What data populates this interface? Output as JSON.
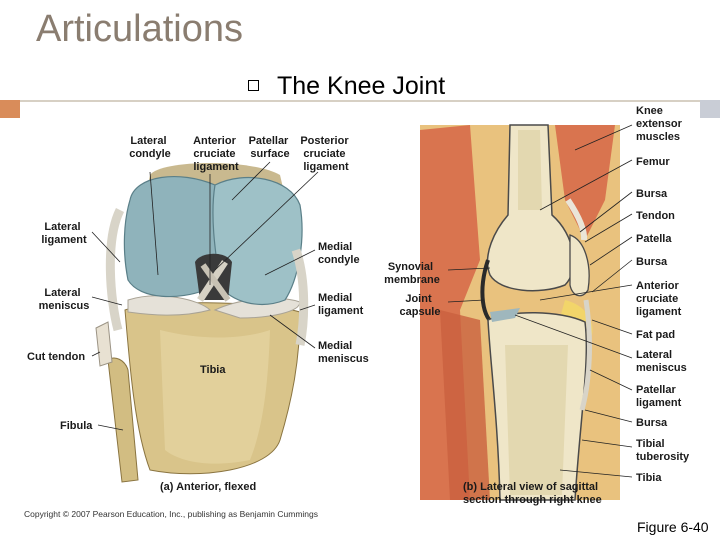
{
  "slide": {
    "title": "Articulations",
    "subtitle": "The Knee Joint",
    "copyright": "Copyright © 2007 Pearson Education, Inc., publishing as Benjamin Cummings",
    "figure_label": "Figure 6-40"
  },
  "panel_a": {
    "caption": "(a) Anterior, flexed",
    "labels": {
      "lateral_condyle": [
        "Lateral",
        "condyle"
      ],
      "anterior_cruciate": [
        "Anterior",
        "cruciate",
        "ligament"
      ],
      "patellar_surface": [
        "Patellar",
        "surface"
      ],
      "posterior_cruciate": [
        "Posterior",
        "cruciate",
        "ligament"
      ],
      "lateral_ligament": [
        "Lateral",
        "ligament"
      ],
      "lateral_meniscus": [
        "Lateral",
        "meniscus"
      ],
      "cut_tendon": "Cut tendon",
      "tibia": "Tibia",
      "fibula": "Fibula",
      "medial_condyle": [
        "Medial",
        "condyle"
      ],
      "medial_ligament": [
        "Medial",
        "ligament"
      ],
      "medial_meniscus": [
        "Medial",
        "meniscus"
      ]
    }
  },
  "panel_b": {
    "caption": [
      "(b) Lateral view of sagittal",
      "section through right knee"
    ],
    "labels": {
      "synovial_membrane": [
        "Synovial",
        "membrane"
      ],
      "joint_capsule": [
        "Joint",
        "capsule"
      ],
      "knee_extensor": [
        "Knee",
        "extensor",
        "muscles"
      ],
      "femur": "Femur",
      "bursa1": "Bursa",
      "tendon": "Tendon",
      "patella": "Patella",
      "bursa2": "Bursa",
      "anterior_cruciate": [
        "Anterior",
        "cruciate",
        "ligament"
      ],
      "fat_pad": "Fat pad",
      "lateral_meniscus": [
        "Lateral",
        "meniscus"
      ],
      "patellar_ligament": [
        "Patellar",
        "ligament"
      ],
      "bursa3": "Bursa",
      "tibial_tuberosity": [
        "Tibial",
        "tuberosity"
      ],
      "tibia": "Tibia"
    }
  }
}
